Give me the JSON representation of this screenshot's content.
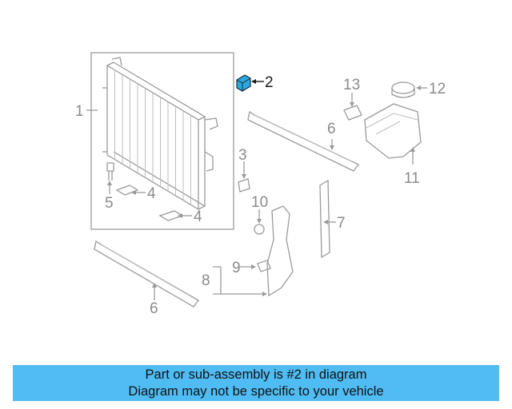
{
  "diagram": {
    "callouts": [
      {
        "id": "1",
        "label": "1"
      },
      {
        "id": "2",
        "label": "2",
        "highlighted": true
      },
      {
        "id": "3",
        "label": "3"
      },
      {
        "id": "4a",
        "label": "4"
      },
      {
        "id": "4b",
        "label": "4"
      },
      {
        "id": "5",
        "label": "5"
      },
      {
        "id": "6a",
        "label": "6"
      },
      {
        "id": "6b",
        "label": "6"
      },
      {
        "id": "7",
        "label": "7"
      },
      {
        "id": "8",
        "label": "8"
      },
      {
        "id": "9",
        "label": "9"
      },
      {
        "id": "10",
        "label": "10"
      },
      {
        "id": "11",
        "label": "11"
      },
      {
        "id": "12",
        "label": "12"
      },
      {
        "id": "13",
        "label": "13"
      }
    ],
    "colors": {
      "line": "#9a9a9a",
      "label": "#8a8a8a",
      "highlight_label": "#1a1a1a",
      "highlight_part": "#2aa8e0"
    }
  },
  "banner": {
    "line1": "Part or sub-assembly is #2 in diagram",
    "line2": "Diagram may not be specific to your vehicle",
    "color": "#4fbcf4"
  }
}
